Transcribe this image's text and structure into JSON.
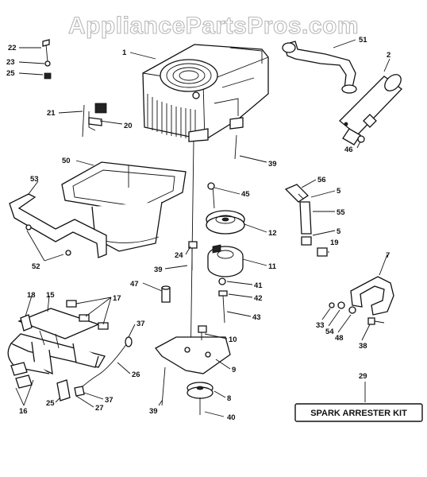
{
  "watermark": "AppliancePartsPros.com",
  "kit_label": "SPARK ARRESTER KIT",
  "callouts": [
    {
      "id": "c22",
      "text": "22"
    },
    {
      "id": "c23",
      "text": "23"
    },
    {
      "id": "c25a",
      "text": "25"
    },
    {
      "id": "c1",
      "text": "1"
    },
    {
      "id": "c51",
      "text": "51"
    },
    {
      "id": "c2",
      "text": "2"
    },
    {
      "id": "c21",
      "text": "21"
    },
    {
      "id": "c20",
      "text": "20"
    },
    {
      "id": "c46",
      "text": "46"
    },
    {
      "id": "c50",
      "text": "50"
    },
    {
      "id": "c39a",
      "text": "39"
    },
    {
      "id": "c53",
      "text": "53"
    },
    {
      "id": "c45",
      "text": "45"
    },
    {
      "id": "c56",
      "text": "56"
    },
    {
      "id": "c5a",
      "text": "5"
    },
    {
      "id": "c55",
      "text": "55"
    },
    {
      "id": "c12",
      "text": "12"
    },
    {
      "id": "c5b",
      "text": "5"
    },
    {
      "id": "c19",
      "text": "19"
    },
    {
      "id": "c52",
      "text": "52"
    },
    {
      "id": "c24",
      "text": "24"
    },
    {
      "id": "c11",
      "text": "11"
    },
    {
      "id": "c7",
      "text": "7"
    },
    {
      "id": "c39b",
      "text": "39"
    },
    {
      "id": "c47",
      "text": "47"
    },
    {
      "id": "c41",
      "text": "41"
    },
    {
      "id": "c42",
      "text": "42"
    },
    {
      "id": "c18",
      "text": "18"
    },
    {
      "id": "c15",
      "text": "15"
    },
    {
      "id": "c17",
      "text": "17"
    },
    {
      "id": "c43",
      "text": "43"
    },
    {
      "id": "c33",
      "text": "33"
    },
    {
      "id": "c54",
      "text": "54"
    },
    {
      "id": "c48",
      "text": "48"
    },
    {
      "id": "c38",
      "text": "38"
    },
    {
      "id": "c37a",
      "text": "37"
    },
    {
      "id": "c10",
      "text": "10"
    },
    {
      "id": "c9",
      "text": "9"
    },
    {
      "id": "c26",
      "text": "26"
    },
    {
      "id": "c29",
      "text": "29"
    },
    {
      "id": "c8",
      "text": "8"
    },
    {
      "id": "c16",
      "text": "16"
    },
    {
      "id": "c25b",
      "text": "25"
    },
    {
      "id": "c37b",
      "text": "37"
    },
    {
      "id": "c27",
      "text": "27"
    },
    {
      "id": "c39c",
      "text": "39"
    },
    {
      "id": "c40",
      "text": "40"
    }
  ]
}
